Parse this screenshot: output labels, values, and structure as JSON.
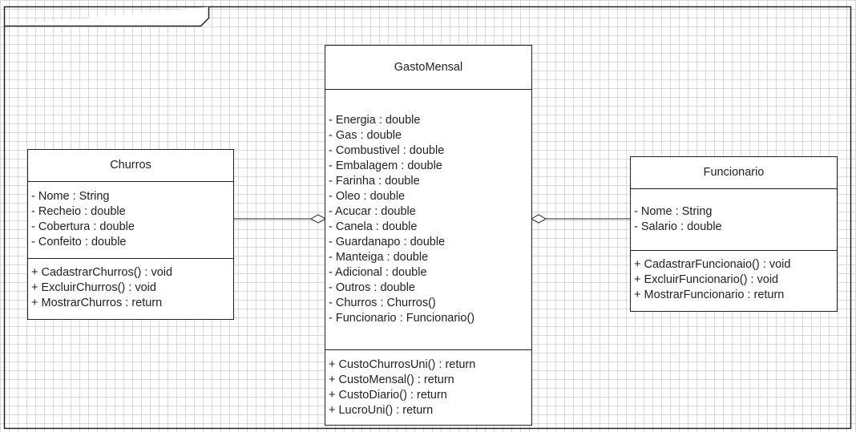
{
  "diagram": {
    "frame_tab_label": "",
    "classes": [
      {
        "id": "churros",
        "name": "Churros",
        "attributes": [
          "- Nome : String",
          "- Recheio : double",
          "- Cobertura : double",
          "- Confeito : double"
        ],
        "operations": [
          "+ CadastrarChurros() : void",
          "+ ExcluirChurros() : void",
          "+ MostrarChurros : return"
        ]
      },
      {
        "id": "gastomensal",
        "name": "GastoMensal",
        "attributes": [
          "- Energia : double",
          "- Gas : double",
          "- Combustivel : double",
          "- Embalagem : double",
          "- Farinha : double",
          "- Oleo : double",
          "- Acucar : double",
          "- Canela : double",
          "- Guardanapo : double",
          "- Manteiga : double",
          "- Adicional : double",
          "- Outros : double",
          "- Churros : Churros()",
          "- Funcionario : Funcionario()"
        ],
        "operations": [
          "+ CustoChurrosUni() : return",
          "+ CustoMensal() : return",
          "+ CustoDiario() : return",
          "+ LucroUni() : return"
        ]
      },
      {
        "id": "funcionario",
        "name": "Funcionario",
        "attributes": [
          "- Nome : String",
          "- Salario : double"
        ],
        "operations": [
          "+ CadastrarFuncionaio() : void",
          "+ ExcluirFuncionario() : void",
          "+ MostrarFuncionario : return"
        ]
      }
    ],
    "relations": [
      {
        "from": "churros",
        "to": "gastomensal",
        "type": "aggregation"
      },
      {
        "from": "funcionario",
        "to": "gastomensal",
        "type": "aggregation"
      }
    ]
  }
}
